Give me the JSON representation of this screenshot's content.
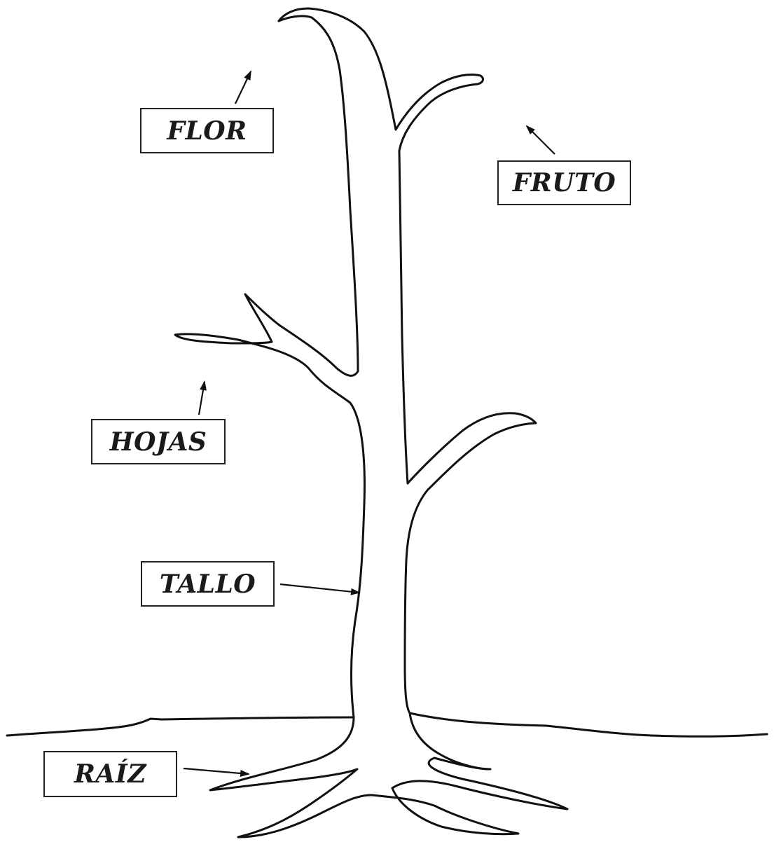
{
  "labels": {
    "flor": "FLOR",
    "fruto": "FRUTO",
    "hojas": "HOJAS",
    "tallo": "TALLO",
    "raiz": "RAÍZ"
  },
  "colors": {
    "line": "#111111",
    "background": "#ffffff"
  }
}
